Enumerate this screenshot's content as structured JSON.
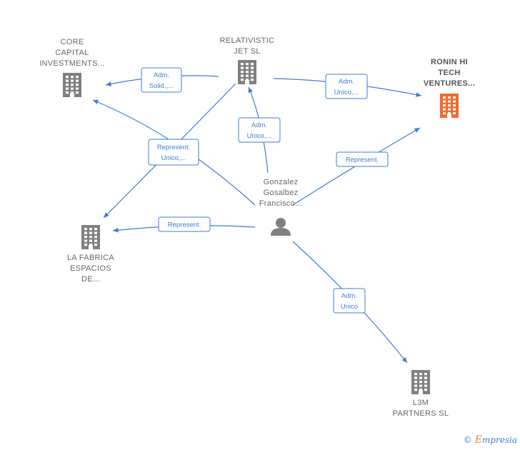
{
  "colors": {
    "edge": "#3b7dd8",
    "company_icon": "#808080",
    "focus_company_icon": "#f26a2e",
    "person_icon": "#808080",
    "label_text": "#666666"
  },
  "nodes": {
    "core": {
      "type": "company",
      "icon": "building-icon",
      "lines": [
        "CORE",
        "CAPITAL",
        "INVESTMENTS..."
      ]
    },
    "relativistic": {
      "type": "company",
      "icon": "building-icon",
      "lines": [
        "RELATIVISTIC",
        "JET  SL"
      ]
    },
    "ronin": {
      "type": "company",
      "icon": "building-icon",
      "focus": true,
      "lines": [
        "RONIN HI",
        "TECH",
        "VENTURES..."
      ]
    },
    "gonzalez": {
      "type": "person",
      "icon": "person-icon",
      "lines": [
        "Gonzalez",
        "Gosalbez",
        "Francisco..."
      ]
    },
    "lafabrica": {
      "type": "company",
      "icon": "building-icon",
      "lines": [
        "LA FABRICA",
        "ESPACIOS",
        "DE..."
      ]
    },
    "l3m": {
      "type": "company",
      "icon": "building-icon",
      "lines": [
        "L3M",
        "PARTNERS  SL"
      ]
    }
  },
  "edges": {
    "rel_core": [
      "Adm.",
      "Solid.,..."
    ],
    "rel_ronin": [
      "Adm.",
      "Unico,..."
    ],
    "gon_rel": [
      "Adm.",
      "Unico,..."
    ],
    "gon_core": [
      "Represent.",
      "Unico,..."
    ],
    "gon_ronin": [
      "Represent."
    ],
    "gon_lafab": [
      "Represent."
    ],
    "gon_l3m": [
      "Adm.",
      "Unico"
    ]
  },
  "footer": {
    "copyright": "©",
    "brand_initial": "E",
    "brand_rest": "mpresia"
  }
}
